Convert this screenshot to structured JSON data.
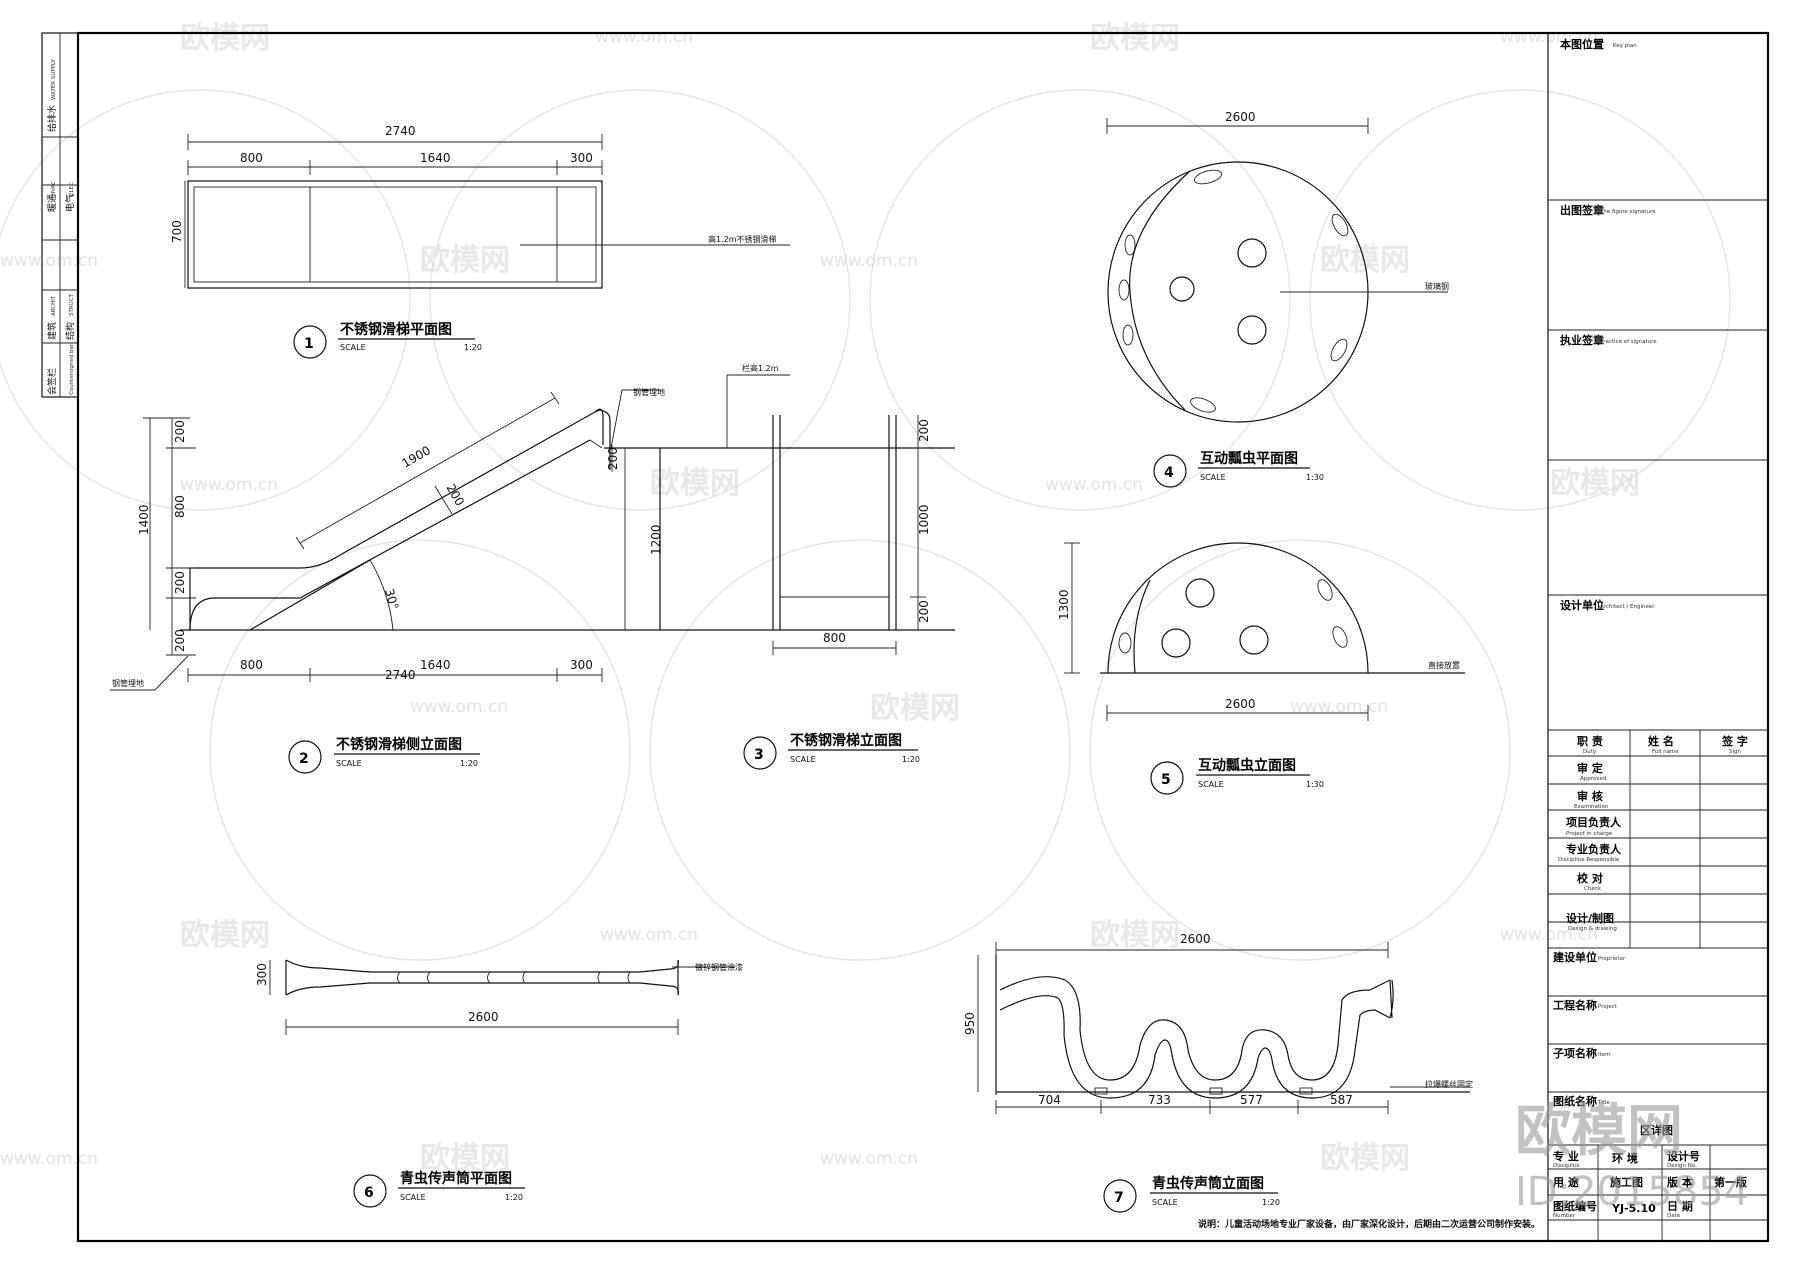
{
  "drawings": {
    "d1": {
      "num": "1",
      "title": "不锈钢滑梯平面图",
      "scale_label": "SCALE",
      "scale": "1:20",
      "dims": {
        "total": "2740",
        "a": "800",
        "b": "1640",
        "c": "300",
        "h": "700"
      },
      "callout": "高1.2m不锈钢滑梯"
    },
    "d2": {
      "num": "2",
      "title": "不锈钢滑梯侧立面图",
      "scale_label": "SCALE",
      "scale": "1:20",
      "dims": {
        "slope": "1900",
        "w": "200",
        "angle": "30°",
        "h_total": "1400",
        "h1": "200",
        "h2": "800",
        "h3": "200",
        "h4": "200",
        "base_a": "800",
        "base_total": "2740",
        "base_b": "1640",
        "base_c": "300",
        "post": "200",
        "h_platform": "1200"
      },
      "callout_top": "钢管埋地",
      "callout_bottom": "钢管埋地",
      "callout_rail": "栏高1.2m"
    },
    "d3": {
      "num": "3",
      "title": "不锈钢滑梯立面图",
      "scale_label": "SCALE",
      "scale": "1:20",
      "dims": {
        "top": "200",
        "mid": "1000",
        "bot": "200",
        "width": "800"
      }
    },
    "d4": {
      "num": "4",
      "title": "互动瓢虫平面图",
      "scale_label": "SCALE",
      "scale": "1:30",
      "dims": {
        "dia": "2600"
      },
      "callout": "玻璃钢"
    },
    "d5": {
      "num": "5",
      "title": "互动瓢虫立面图",
      "scale_label": "SCALE",
      "scale": "1:30",
      "dims": {
        "h": "1300",
        "w": "2600"
      },
      "callout": "直接放置"
    },
    "d6": {
      "num": "6",
      "title": "青虫传声筒平面图",
      "scale_label": "SCALE",
      "scale": "1:20",
      "dims": {
        "h": "300",
        "w": "2600"
      },
      "callout": "镀锌钢管涂漆"
    },
    "d7": {
      "num": "7",
      "title": "青虫传声筒立面图",
      "scale_label": "SCALE",
      "scale": "1:20",
      "dims": {
        "top": "2600",
        "h": "950",
        "s1": "704",
        "s2": "733",
        "s3": "577",
        "s4": "587"
      },
      "callout": "拉爆螺丝固定"
    }
  },
  "note": "说明：儿童活动场地专业厂家设备，由厂家深化设计，后期由二次运营公司制作安装。",
  "left_strip": {
    "rows": [
      {
        "cn": "给排水",
        "en": "WATER SUPPLY"
      },
      {
        "cn": "暖通",
        "en": "HVAC"
      },
      {
        "cn": "电气",
        "en": "ELEC"
      },
      {
        "cn": "建筑",
        "en": "ARCHIT"
      },
      {
        "cn": "结构",
        "en": "STRUCT"
      },
      {
        "cn": "会签栏",
        "en": "Countersigned bar"
      }
    ]
  },
  "title_block": {
    "key_plan": "本图位置",
    "key_plan_en": "Key plan",
    "figure_signature": "出图签章",
    "figure_signature_en": "The figure signature",
    "practice_signature": "执业签章",
    "practice_signature_en": "Practice of signature",
    "architect": "设计单位",
    "architect_en": "Architect / Engineer",
    "table_head": [
      {
        "cn": "职 责",
        "en": "Duty"
      },
      {
        "cn": "姓 名",
        "en": "Full name"
      },
      {
        "cn": "签 字",
        "en": "Sign"
      }
    ],
    "duties": [
      {
        "cn": "审 定",
        "en": "Approved"
      },
      {
        "cn": "审 核",
        "en": "Examination"
      },
      {
        "cn": "项目负责人",
        "en": "Project in charge"
      },
      {
        "cn": "专业负责人",
        "en": "Discipline Responsible"
      },
      {
        "cn": "校 对",
        "en": "Check"
      },
      {
        "cn": "设计/制图",
        "en": "Design & drawing"
      }
    ],
    "proprietor": "建设单位",
    "proprietor_en": "Proprietor",
    "project": "工程名称",
    "project_en": "Project",
    "item": "子项名称",
    "item_en": "Item",
    "title_label": "图纸名称",
    "title_en": "Title",
    "title_value": "区详图",
    "discipline": "专 业",
    "discipline_en": "Discipline",
    "discipline_value": "环 境",
    "design_no": "设计号",
    "design_no_en": "Design No.",
    "use": "用 途",
    "use_value": "施工图",
    "version": "版 本",
    "version_value": "第一版",
    "number": "图纸编号",
    "number_en": "Number",
    "number_value": "YJ-5.10",
    "date": "日 期",
    "date_en": "Date"
  },
  "watermark": {
    "brand": "欧模网",
    "url": "www.om.cn",
    "id": "ID:2015854"
  }
}
